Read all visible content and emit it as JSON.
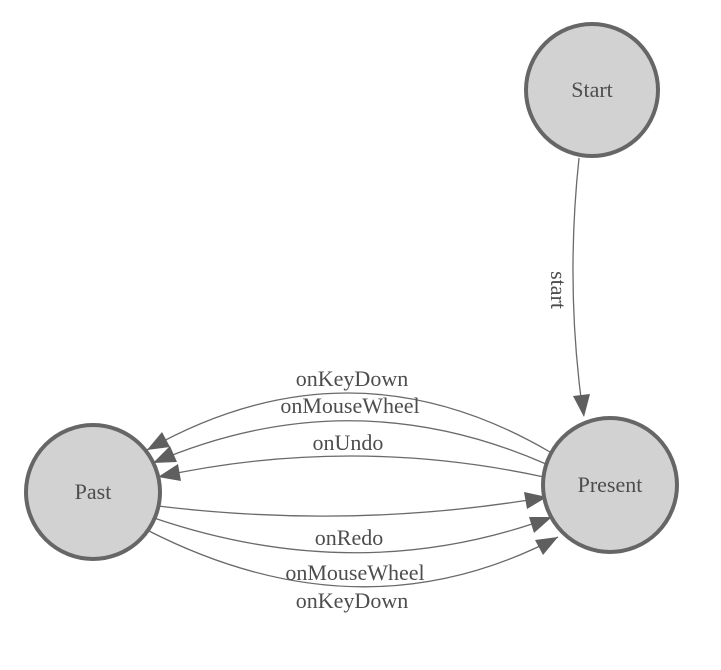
{
  "diagram": {
    "type": "state-machine",
    "colors": {
      "background": "#ffffff",
      "node_fill": "#d2d2d2",
      "node_stroke": "#666666",
      "edge_stroke": "#6a6a6a",
      "arrow_fill": "#5f5f5f",
      "label_text": "#4d4d4d"
    },
    "nodes": [
      {
        "id": "start",
        "label": "Start"
      },
      {
        "id": "present",
        "label": "Present"
      },
      {
        "id": "past",
        "label": "Past"
      }
    ],
    "edges": [
      {
        "from": "Start",
        "to": "Present",
        "label": "start"
      },
      {
        "from": "Present",
        "to": "Past",
        "label": "onKeyDown"
      },
      {
        "from": "Present",
        "to": "Past",
        "label": "onMouseWheel"
      },
      {
        "from": "Present",
        "to": "Past",
        "label": "onUndo"
      },
      {
        "from": "Past",
        "to": "Present",
        "label": "onRedo"
      },
      {
        "from": "Past",
        "to": "Present",
        "label": "onMouseWheel"
      },
      {
        "from": "Past",
        "to": "Present",
        "label": "onKeyDown"
      }
    ]
  }
}
